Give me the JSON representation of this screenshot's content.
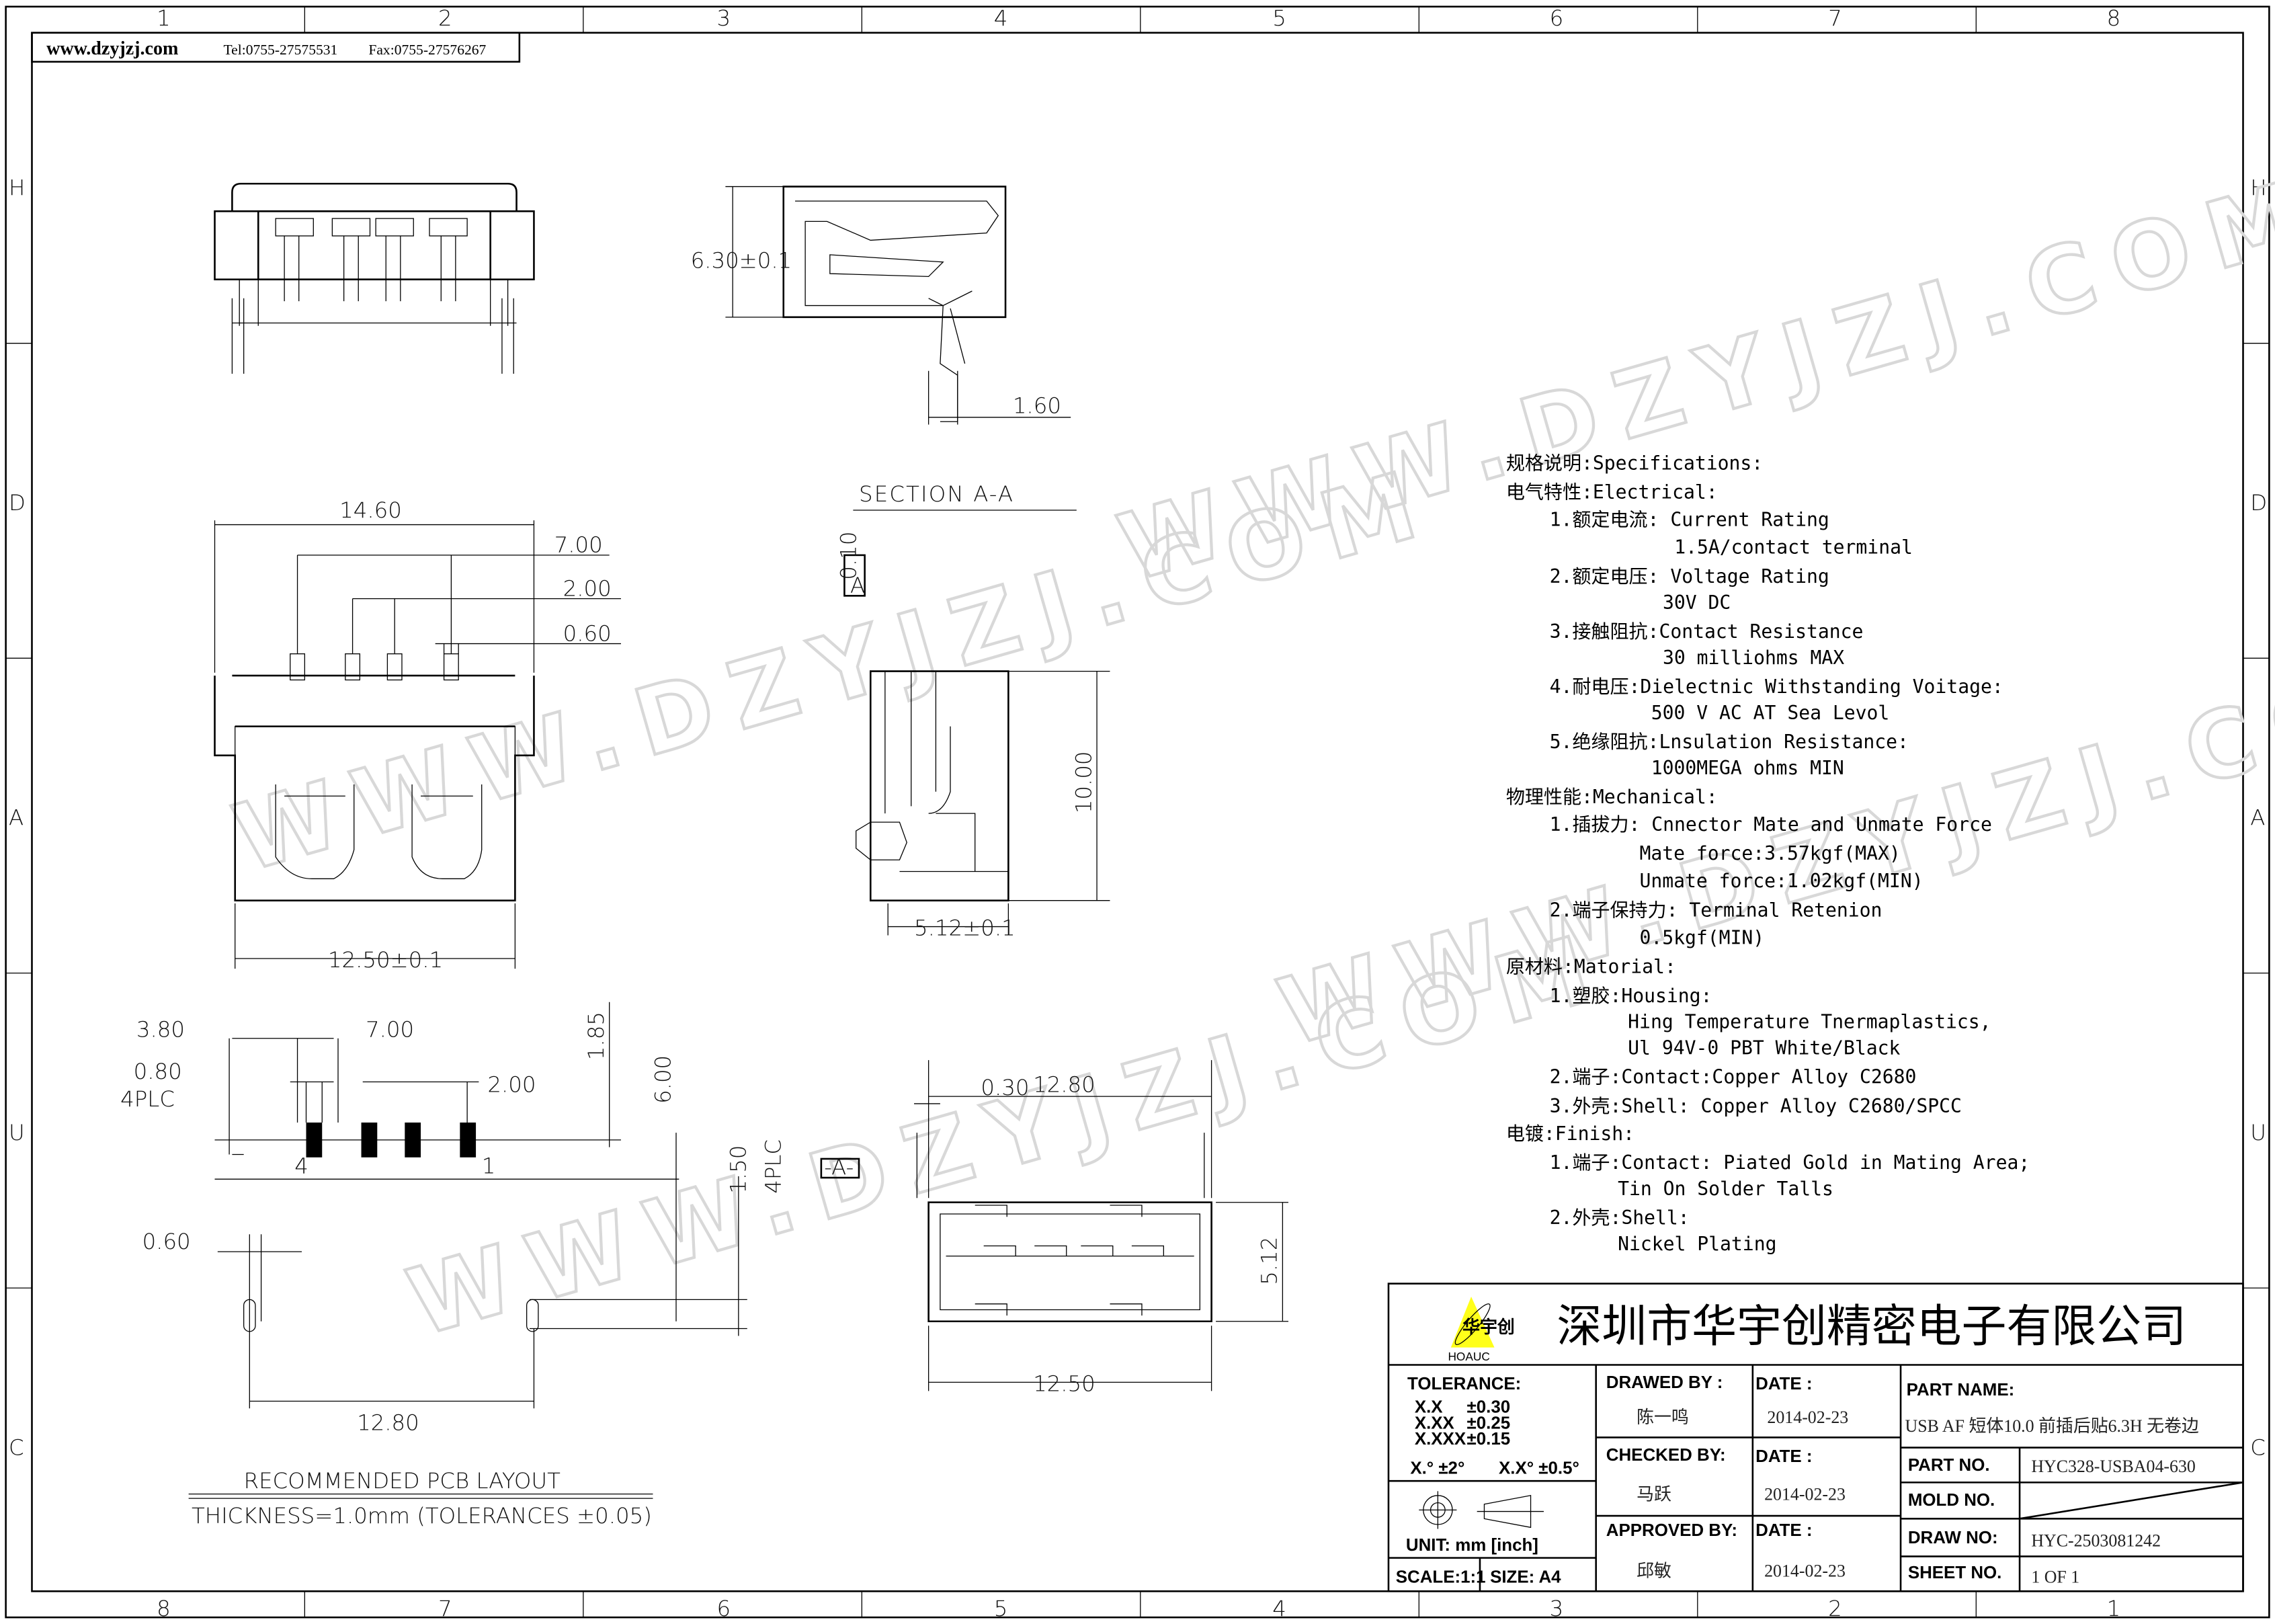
{
  "header": {
    "site": "www.dzyjzj.com",
    "tel": "Tel:0755-27575531",
    "fax": "Fax:0755-27576267"
  },
  "border": {
    "columns_top": [
      "1",
      "2",
      "3",
      "4",
      "5",
      "6",
      "7",
      "8"
    ],
    "columns_bottom": [
      "8",
      "7",
      "6",
      "5",
      "4",
      "3",
      "2",
      "1"
    ],
    "rows": [
      "H",
      "D",
      "A",
      "U",
      "C"
    ]
  },
  "watermark": "WWW.DZYJZJ.COM",
  "drawing": {
    "section_label": "SECTION A-A",
    "dims": {
      "height_630": "6.30±0.1",
      "pin_160": "1.60",
      "width_1460": "14.60",
      "pitch_700": "7.00",
      "pitch_200": "2.00",
      "pin_060": "0.60",
      "width_1250_tol": "12.50±0.1",
      "flatness": "0.10",
      "datum": "A",
      "height_1000": "10.00",
      "depth_512_tol": "5.12±0.1",
      "width_1280": "12.80",
      "shell_030": "0.30",
      "height_512": "5.12",
      "width_1250": "12.50",
      "datum_box": "-A-",
      "pcb_380": "3.80",
      "pcb_700": "7.00",
      "pcb_080": "0.80",
      "pcb_4plc": "4PLC",
      "pcb_200": "2.00",
      "pcb_185": "1.85",
      "pcb_600": "6.00",
      "pcb_150": "1.50",
      "pcb_4plc_v": "4PLC",
      "pcb_060": "0.60",
      "pcb_1280": "12.80",
      "pin4": "4",
      "pin1": "1"
    },
    "pcb_title": "RECOMMENDED PCB LAYOUT",
    "pcb_note": "THICKNESS=1.0mm (TOLERANCES ±0.05)"
  },
  "specs": [
    "规格说明:Specifications:",
    "电气特性:Electrical:",
    "1.额定电流: Current Rating",
    "1.5A/contact terminal",
    "2.额定电压: Voltage Rating",
    "30V DC",
    "3.接触阻抗:Contact Resistance",
    "30 milliohms MAX",
    "4.耐电压:Dielectnic Withstanding Voitage:",
    "500 V AC AT Sea Levol",
    "5.绝缘阻抗:Lnsulation Resistance:",
    "1000MEGA ohms MIN",
    "物理性能:Mechanical:",
    "1.插拔力: Cnnector Mate and Unmate Force",
    "Mate force:3.57kgf(MAX)",
    "Unmate force:1.02kgf(MIN)",
    "2.端子保持力: Terminal Retenion",
    "0.5kgf(MIN)",
    "原材料:Matorial:",
    "1.塑胶:Housing:",
    "Hing Temperature  Tnermaplastics,",
    "Ul 94V-0  PBT White/Black",
    "2.端子:Contact:Copper Alloy C2680",
    "3.外壳:Shell: Copper Alloy C2680/SPCC",
    "电镀:Finish:",
    "1.端子:Contact: Piated Gold in Mating Area;",
    "Tin On Solder Talls",
    "2.外壳:Shell:",
    "Nickel Plating"
  ],
  "title_block": {
    "company": "深圳市华宇创精密电子有限公司",
    "logo_text": "HOAUC",
    "logo_cn": "华宇创",
    "tolerance_label": "TOLERANCE:",
    "tol": [
      [
        "X.X",
        "±0.30"
      ],
      [
        "X.XX",
        "±0.25"
      ],
      [
        "X.XXX",
        "±0.15"
      ]
    ],
    "angle_tol": [
      "X.° ±2°",
      "X.X° ±0.5°"
    ],
    "unit": "UNIT:  mm  [inch]",
    "scale": "SCALE:1:1",
    "size": "SIZE:  A4",
    "drawed_by_label": "DRAWED BY :",
    "drawed_by": "陈一鸣",
    "checked_by_label": "CHECKED BY:",
    "checked_by": "马跃",
    "approved_by_label": "APPROVED BY:",
    "approved_by": "邱敏",
    "date_label": "DATE :",
    "date_drawed": "2014-02-23",
    "date_checked": "2014-02-23",
    "date_approved": "2014-02-23",
    "part_name_label": "PART NAME:",
    "part_name": "USB AF 短体10.0 前插后贴6.3H 无卷边",
    "part_no_label": "PART NO.",
    "part_no": "HYC328-USBA04-630",
    "mold_no_label": "MOLD NO.",
    "draw_no_label": "DRAW NO:",
    "draw_no": "HYC-2503081242",
    "sheet_no_label": "SHEET NO.",
    "sheet_no": "1 OF 1"
  }
}
